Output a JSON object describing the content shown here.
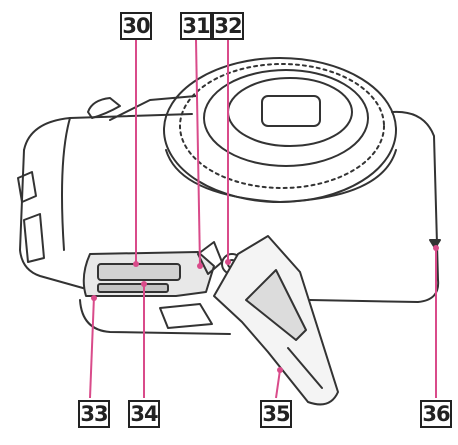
{
  "diagram": {
    "subject": "camera-bottom-view",
    "line_color": "#333333",
    "leader_color": "#d94b8a",
    "callouts": [
      {
        "id": "c30",
        "label": "30"
      },
      {
        "id": "c31",
        "label": "31"
      },
      {
        "id": "c32",
        "label": "32"
      },
      {
        "id": "c33",
        "label": "33"
      },
      {
        "id": "c34",
        "label": "34"
      },
      {
        "id": "c35",
        "label": "35"
      },
      {
        "id": "c36",
        "label": "36"
      }
    ]
  }
}
